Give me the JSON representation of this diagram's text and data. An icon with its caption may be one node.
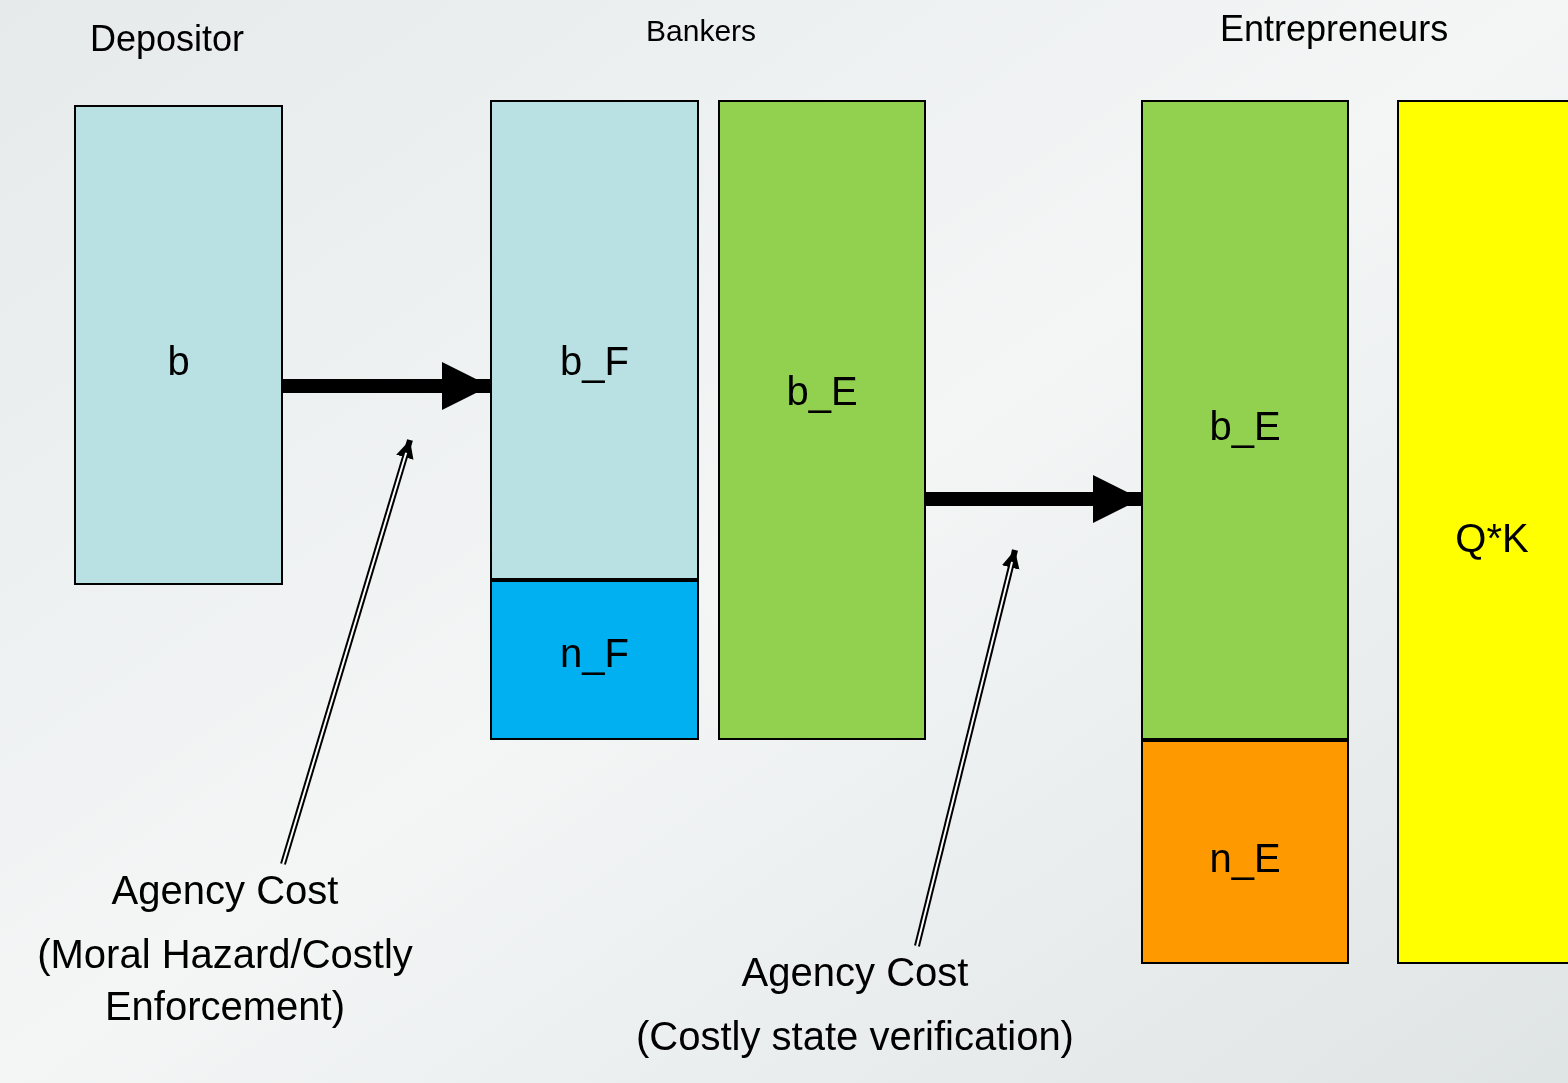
{
  "diagram": {
    "nodes": [
      {
        "text": [
          "b"
        ]
      },
      {
        "text": [
          "b_F"
        ]
      },
      {
        "text": [
          "n_F"
        ]
      },
      {
        "text": [
          "b_E"
        ]
      },
      {
        "text": [
          "b_E"
        ]
      },
      {
        "text": [
          "n_E"
        ]
      },
      {
        "text": [
          "Q*K"
        ]
      },
      {
        "text": [
          "Agency Cost",
          "(Moral Hazard/Costly Enforcement)"
        ]
      },
      {
        "text": [
          "Agency Cost",
          "(Costly state verification)"
        ]
      }
    ],
    "edges": [
      {
        "from": 0,
        "to": 1,
        "arrow": "to",
        "style": "thick"
      },
      {
        "from": 3,
        "to": 4,
        "arrow": "to",
        "style": "thick"
      },
      {
        "from": 7,
        "to": null,
        "arrow": "to"
      },
      {
        "from": 8,
        "to": null,
        "arrow": "to"
      }
    ],
    "labels": [
      "Depositor",
      "Bankers",
      "Entrepreneurs"
    ]
  }
}
